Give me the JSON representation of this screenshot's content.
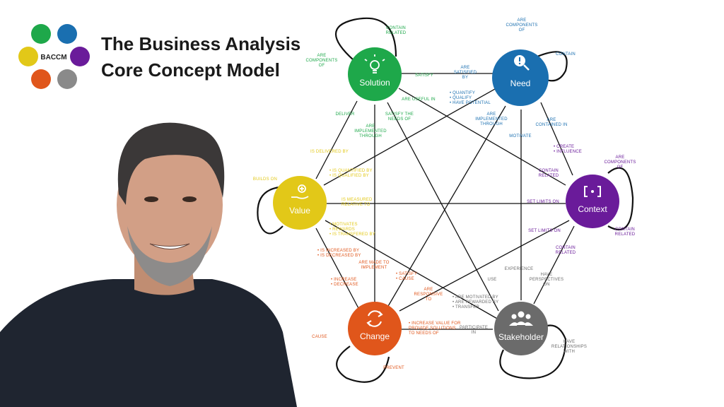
{
  "header": {
    "logo_text": "BACCM",
    "title_line1": "The Business Analysis",
    "title_line2": "Core Concept Model"
  },
  "colors": {
    "solution": "#1ea84a",
    "need": "#1a6fb0",
    "context": "#6a1b9a",
    "stakeholder": "#6b6b6b",
    "change": "#e0561b",
    "value": "#e2c818",
    "logo": [
      "#1ea84a",
      "#1a6fb0",
      "#e2c818",
      "#6a1b9a",
      "#e0561b",
      "#8a8a8a"
    ]
  },
  "nodes": {
    "solution": {
      "label": "Solution",
      "icon": "lightbulb-icon"
    },
    "need": {
      "label": "Need",
      "icon": "exclamation-magnifier-icon"
    },
    "context": {
      "label": "Context",
      "icon": "bracket-dot-icon"
    },
    "stakeholder": {
      "label": "Stakeholder",
      "icon": "people-group-icon"
    },
    "change": {
      "label": "Change",
      "icon": "cycle-arrows-icon"
    },
    "value": {
      "label": "Value",
      "icon": "hand-plus-icon"
    }
  },
  "labels": {
    "sol_contain": [
      "CONTAIN",
      "RELATED"
    ],
    "sol_comp": [
      "ARE",
      "COMPONENTS",
      "OF"
    ],
    "satisfy": [
      "SATISFY"
    ],
    "are_satisfied": [
      "ARE",
      "SATISFIED",
      "BY"
    ],
    "need_comp": [
      "ARE",
      "COMPONENTS",
      "OF"
    ],
    "need_contain": [
      "CONTAIN"
    ],
    "quantify": [
      "• QUANTIFY",
      "• QUALIFY",
      "• HAVE POTENTIAL"
    ],
    "useful": [
      "ARE USEFUL IN"
    ],
    "deliver": [
      "DELIVER"
    ],
    "satisfy_needs": [
      "SATISFY THE",
      "NEEDS OF"
    ],
    "sol_implemented": [
      "ARE",
      "IMPLEMENTED",
      "THROUGH"
    ],
    "need_implemented": [
      "ARE",
      "IMPLEMENTED",
      "THROUGH"
    ],
    "motivate": [
      "MOTIVATE"
    ],
    "contained_in": [
      "ARE",
      "CONTAINED IN"
    ],
    "create": [
      "• CREATE",
      "• INFLUENCE"
    ],
    "delivered_by": [
      "IS DELIVERED BY"
    ],
    "ctx_comp": [
      "ARE",
      "COMPONENTS",
      "OF"
    ],
    "contain_related_ctx": [
      "CONTAIN",
      "RELATED"
    ],
    "builds_on": [
      "BUILDS ON"
    ],
    "quantified_by": [
      "• IS QUANTIFIED BY",
      "• IS QUALIFIED BY"
    ],
    "measured": [
      "IS MEASURED",
      "RELATIVE TO"
    ],
    "set_limits_1": [
      "SET LIMITS ON"
    ],
    "set_limits_2": [
      "SET LIMITS ON"
    ],
    "ctx_contain_related2": [
      "CONTAIN",
      "RELATED"
    ],
    "motivates": [
      "• MOTIVATES",
      "• REWARDS",
      "• IS TRANSFERED BY"
    ],
    "ctx_contain_related3": [
      "CONTAIN",
      "RELATED"
    ],
    "increased_by": [
      "• IS INCREASED BY",
      "• IS DECREASED BY"
    ],
    "made_to_implement": [
      "ARE MADE TO",
      "IMPLEMENT"
    ],
    "experience": [
      "EXPERIENCE"
    ],
    "have_perspectives": [
      "HAVE",
      "PERSPECTIVES",
      "ON"
    ],
    "satisfy_cause": [
      "• SATISFY",
      "• CAUSE"
    ],
    "use": [
      "USE"
    ],
    "increase_decrease": [
      "• INCREASE",
      "• DECREASE"
    ],
    "are_responsive": [
      "ARE",
      "RESPONSIVE",
      "TO"
    ],
    "motivated_by": [
      "• ARE MOTIVATED BY",
      "• ARE REWARDED BY",
      "• TRANSFER"
    ],
    "cause": [
      "CAUSE"
    ],
    "increase_value": [
      "• INCREASE VALUE FOR",
      "PROVIDE SOLUTIONS",
      "TO NEEDS OF"
    ],
    "participate": [
      "PARTICIPATE",
      "IN"
    ],
    "have_relationships": [
      "HAVE",
      "RELATIONSHIPS",
      "WITH"
    ],
    "prevent": [
      "PREVENT"
    ]
  }
}
